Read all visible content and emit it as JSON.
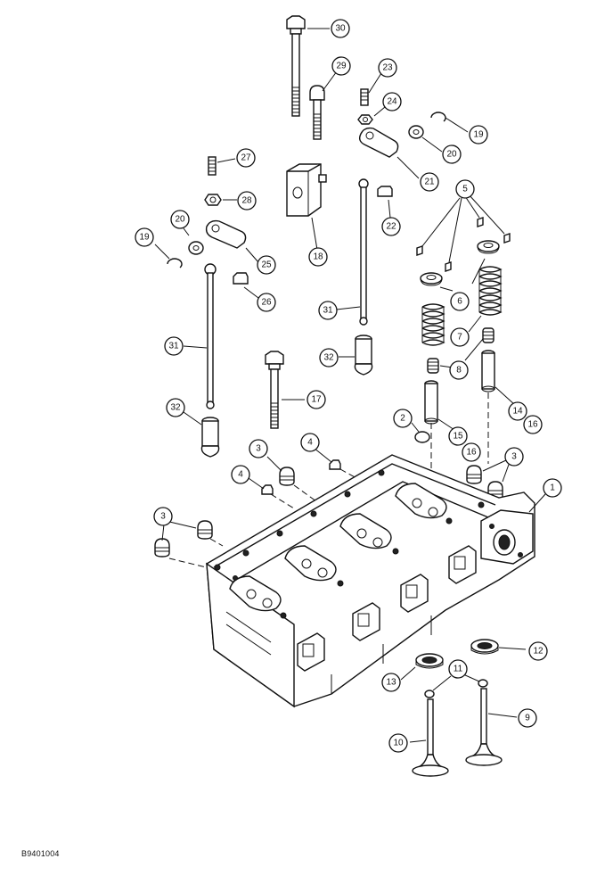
{
  "figure_code": "B9401004",
  "callouts": [
    {
      "id": "c30",
      "label": "30"
    },
    {
      "id": "c29",
      "label": "29"
    },
    {
      "id": "c23",
      "label": "23"
    },
    {
      "id": "c24",
      "label": "24"
    },
    {
      "id": "c19a",
      "label": "19"
    },
    {
      "id": "c20a",
      "label": "20"
    },
    {
      "id": "c21",
      "label": "21"
    },
    {
      "id": "c27",
      "label": "27"
    },
    {
      "id": "c28",
      "label": "28"
    },
    {
      "id": "c20b",
      "label": "20"
    },
    {
      "id": "c19b",
      "label": "19"
    },
    {
      "id": "c25",
      "label": "25"
    },
    {
      "id": "c26",
      "label": "26"
    },
    {
      "id": "c18",
      "label": "18"
    },
    {
      "id": "c22",
      "label": "22"
    },
    {
      "id": "c5",
      "label": "5"
    },
    {
      "id": "c6",
      "label": "6"
    },
    {
      "id": "c7",
      "label": "7"
    },
    {
      "id": "c8",
      "label": "8"
    },
    {
      "id": "c31a",
      "label": "31"
    },
    {
      "id": "c31b",
      "label": "31"
    },
    {
      "id": "c32a",
      "label": "32"
    },
    {
      "id": "c32b",
      "label": "32"
    },
    {
      "id": "c17",
      "label": "17"
    },
    {
      "id": "c14",
      "label": "14"
    },
    {
      "id": "c16a",
      "label": "16"
    },
    {
      "id": "c16b",
      "label": "16"
    },
    {
      "id": "c15",
      "label": "15"
    },
    {
      "id": "c2",
      "label": "2"
    },
    {
      "id": "c3a",
      "label": "3"
    },
    {
      "id": "c3b",
      "label": "3"
    },
    {
      "id": "c3c",
      "label": "3"
    },
    {
      "id": "c4a",
      "label": "4"
    },
    {
      "id": "c4b",
      "label": "4"
    },
    {
      "id": "c1",
      "label": "1"
    },
    {
      "id": "c12",
      "label": "12"
    },
    {
      "id": "c13",
      "label": "13"
    },
    {
      "id": "c11",
      "label": "11"
    },
    {
      "id": "c9",
      "label": "9"
    },
    {
      "id": "c10",
      "label": "10"
    }
  ]
}
